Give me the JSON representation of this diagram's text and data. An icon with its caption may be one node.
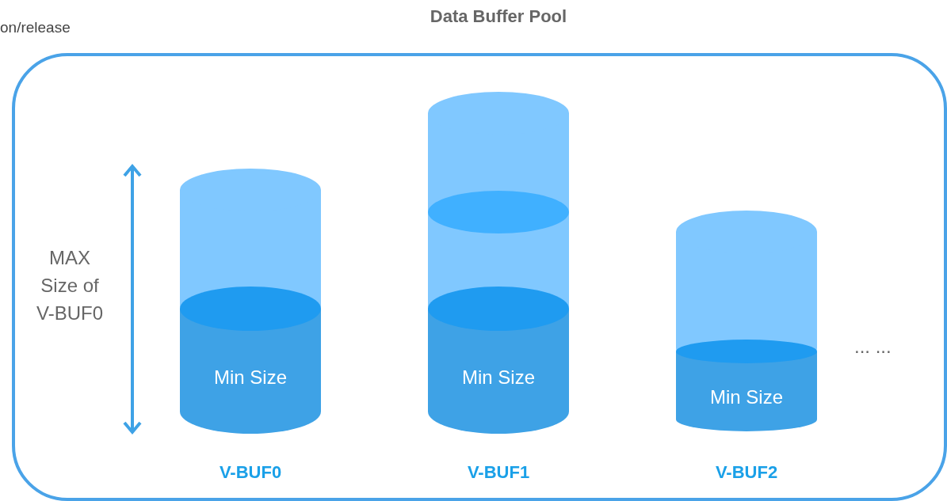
{
  "diagram": {
    "nodes": [
      {
        "text": [
          "Data Buffer Pool"
        ]
      },
      {
        "text": [],
        "shape": "cylinder",
        "in": 0
      },
      {
        "text": [
          "Min Size"
        ],
        "beside": [
          "V-BUF0"
        ],
        "in": 0
      },
      {
        "text": [],
        "shape": "cylinder",
        "in": 0
      },
      {
        "text": [],
        "shape": "cylinder",
        "in": 0
      },
      {
        "text": [
          "Min Size"
        ],
        "beside": [
          "V-BUF1"
        ],
        "in": 0
      },
      {
        "text": [],
        "shape": "cylinder",
        "in": 0
      },
      {
        "text": [
          "Min Size"
        ],
        "beside": [
          "V-BUF2"
        ],
        "in": 0
      }
    ],
    "labels": [
      "on/release",
      "MAX Size of V-BUF0",
      "... ..."
    ]
  }
}
